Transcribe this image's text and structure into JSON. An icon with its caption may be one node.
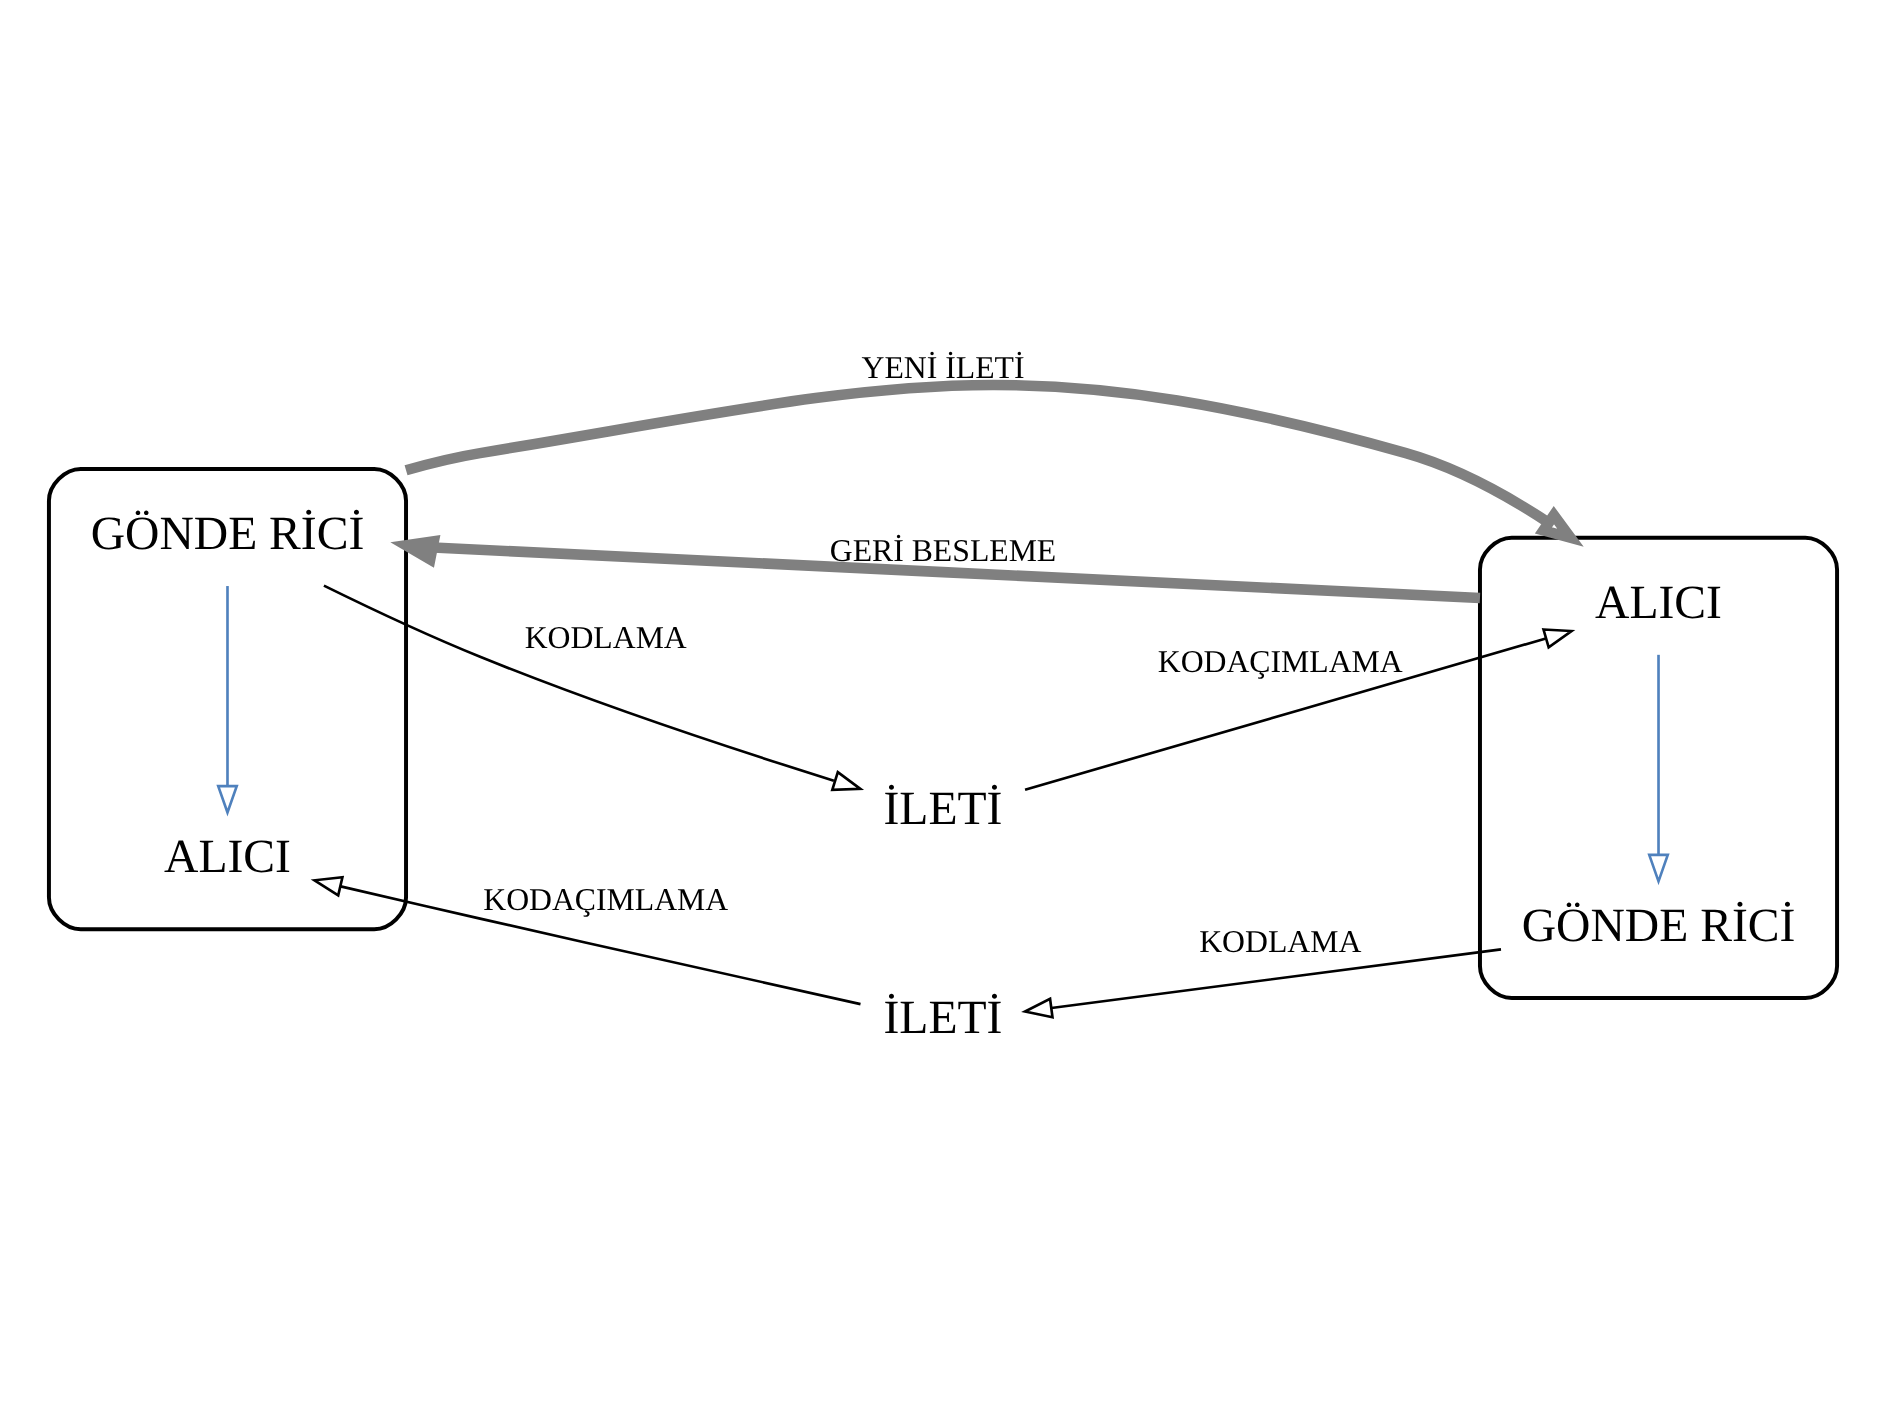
{
  "diagram": {
    "nodes": [
      {
        "text": [],
        "shape": "ellipse"
      },
      {
        "text": [
          "GÖNDE RİCİ"
        ],
        "in": 0
      },
      {
        "text": [
          "ALICI"
        ],
        "in": 0
      },
      {
        "text": [],
        "shape": "ellipse"
      },
      {
        "text": [
          "ALICI"
        ],
        "in": 3
      },
      {
        "text": [
          "GÖNDE RİCİ"
        ],
        "in": 3
      },
      {
        "text": [
          "İLETİ"
        ]
      },
      {
        "text": [
          "İLETİ"
        ]
      }
    ],
    "edges": [
      {
        "from": 1,
        "to": 2,
        "arrow": "to",
        "color": "#4f81bd"
      },
      {
        "from": 4,
        "to": 5,
        "arrow": "to",
        "color": "#4f81bd"
      },
      {
        "from": 1,
        "to": 6,
        "arrow": "to",
        "label": "KODLAMA"
      },
      {
        "from": 6,
        "to": 4,
        "arrow": "to",
        "label": "KODAÇIMLAMA"
      },
      {
        "from": 5,
        "to": 7,
        "arrow": "to",
        "label": "KODLAMA"
      },
      {
        "from": 7,
        "to": 2,
        "arrow": "to",
        "label": "KODAÇIMLAMA"
      },
      {
        "from": 0,
        "to": 3,
        "arrow": "to",
        "label": "YENİ İLETİ",
        "style": "thick",
        "color": "#808080"
      },
      {
        "from": 3,
        "to": 0,
        "arrow": "to",
        "label": "GERİ BESLEME",
        "style": "thick",
        "color": "#808080"
      }
    ]
  }
}
